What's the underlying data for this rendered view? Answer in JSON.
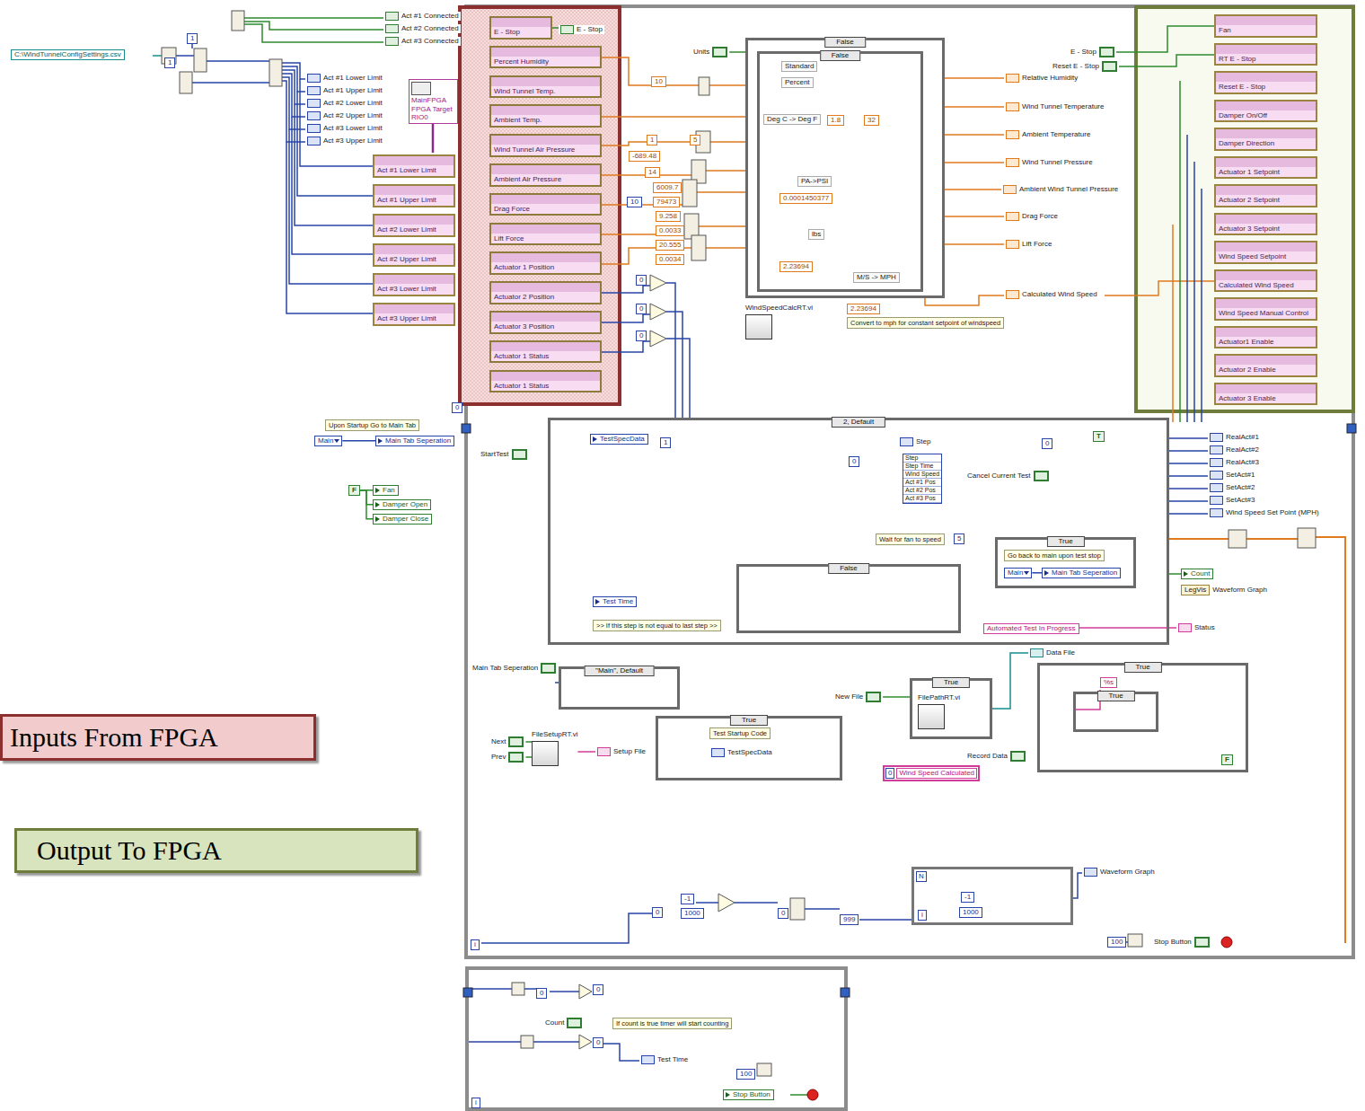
{
  "diagram": {
    "nodes": [
      {
        "text": [
          "C:\\WindTunnelConfigSettings.csv"
        ]
      },
      {
        "text": [
          "1"
        ]
      },
      {
        "text": [
          "1"
        ]
      },
      {
        "text": [
          "Act #1 Connected"
        ]
      },
      {
        "text": [
          "Act #2 Connected"
        ]
      },
      {
        "text": [
          "Act #3 Connected"
        ]
      },
      {
        "text": [
          "Act #1 Lower Limit"
        ]
      },
      {
        "text": [
          "Act #1 Upper Limit"
        ]
      },
      {
        "text": [
          "Act #2 Lower Limit"
        ]
      },
      {
        "text": [
          "Act #2 Upper Limit"
        ]
      },
      {
        "text": [
          "Act #3 Lower Limit"
        ]
      },
      {
        "text": [
          "Act #3 Upper Limit"
        ]
      },
      {
        "text": [
          "MainFPGA FPGA Target RIO0"
        ]
      },
      {
        "text": [
          "Act #1 Lower Limit"
        ]
      },
      {
        "text": [
          "Act #1 Upper Limit"
        ]
      },
      {
        "text": [
          "Act #2 Lower Limit"
        ]
      },
      {
        "text": [
          "Act #2 Upper Limit"
        ]
      },
      {
        "text": [
          "Act #3 Lower Limit"
        ]
      },
      {
        "text": [
          "Act #3 Upper Limit"
        ]
      },
      {
        "text": [
          "E - Stop"
        ]
      },
      {
        "text": [
          "Percent Humidity"
        ]
      },
      {
        "text": [
          "Wind Tunnel Temp."
        ]
      },
      {
        "text": [
          "Ambient Temp."
        ]
      },
      {
        "text": [
          "Wind Tunnel Air Pressure"
        ]
      },
      {
        "text": [
          "Ambient Air Pressure"
        ]
      },
      {
        "text": [
          "Drag Force"
        ]
      },
      {
        "text": [
          "Lift Force"
        ]
      },
      {
        "text": [
          "Actuator 1 Position"
        ]
      },
      {
        "text": [
          "Actuator 2 Position"
        ]
      },
      {
        "text": [
          "Actuator 3 Position"
        ]
      },
      {
        "text": [
          "Actuator 1 Status"
        ]
      },
      {
        "text": [
          "Actuator 1 Status"
        ]
      },
      {
        "text": [
          "E - Stop"
        ]
      },
      {
        "text": [
          "Units"
        ]
      },
      {
        "text": [
          "10"
        ]
      },
      {
        "text": [
          "1"
        ]
      },
      {
        "text": [
          "5"
        ]
      },
      {
        "text": [
          "-689.48"
        ]
      },
      {
        "text": [
          "14"
        ]
      },
      {
        "text": [
          "6009.7"
        ]
      },
      {
        "text": [
          "10"
        ]
      },
      {
        "text": [
          "79473"
        ]
      },
      {
        "text": [
          "9.258"
        ]
      },
      {
        "text": [
          "0.0033"
        ]
      },
      {
        "text": [
          "20.555"
        ]
      },
      {
        "text": [
          "0.0034"
        ]
      },
      {
        "text": [
          "False"
        ]
      },
      {
        "text": [
          "False"
        ],
        "in": 46
      },
      {
        "text": [
          "Standard"
        ],
        "in": 47
      },
      {
        "text": [
          "Percent"
        ],
        "in": 47
      },
      {
        "text": [
          "Deg C -> Deg F"
        ],
        "in": 47
      },
      {
        "text": [
          "1.8"
        ],
        "in": 47
      },
      {
        "text": [
          "32"
        ],
        "in": 47
      },
      {
        "text": [
          "PA->PSI"
        ],
        "in": 47
      },
      {
        "text": [
          "0.0001450377"
        ],
        "in": 47
      },
      {
        "text": [
          "lbs"
        ],
        "in": 47
      },
      {
        "text": [
          "2.23694"
        ],
        "in": 47
      },
      {
        "text": [
          "M/S -> MPH"
        ],
        "in": 47
      },
      {
        "text": [
          "Relative Humidity"
        ]
      },
      {
        "text": [
          "Wind Tunnel Temperature"
        ]
      },
      {
        "text": [
          "Ambient Temperature"
        ]
      },
      {
        "text": [
          "Wind Tunnel Pressure"
        ]
      },
      {
        "text": [
          "Ambient Wind Tunnel Pressure"
        ]
      },
      {
        "text": [
          "Drag Force"
        ]
      },
      {
        "text": [
          "Lift Force"
        ]
      },
      {
        "text": [
          "Calculated Wind Speed"
        ]
      },
      {
        "text": [
          "E - Stop"
        ]
      },
      {
        "text": [
          "Reset E - Stop"
        ]
      },
      {
        "text": [
          "WindSpeedCalcRT.vi"
        ]
      },
      {
        "text": [
          "2.23694"
        ]
      },
      {
        "text": [
          "Convert to mph for constant setpoint of windspeed"
        ]
      },
      {
        "text": [
          "Fan"
        ]
      },
      {
        "text": [
          "RT E - Stop"
        ]
      },
      {
        "text": [
          "Reset E - Stop"
        ]
      },
      {
        "text": [
          "Damper On/Off"
        ]
      },
      {
        "text": [
          "Damper Direction"
        ]
      },
      {
        "text": [
          "Actuator 1 Setpoint"
        ]
      },
      {
        "text": [
          "Actuator 2 Setpoint"
        ]
      },
      {
        "text": [
          "Actuator 3 Setpoint"
        ]
      },
      {
        "text": [
          "Wind Speed Setpoint"
        ]
      },
      {
        "text": [
          "Calculated Wind Speed"
        ]
      },
      {
        "text": [
          "Wind Speed Manual Control"
        ]
      },
      {
        "text": [
          "Actuator1 Enable"
        ]
      },
      {
        "text": [
          "Actuator 2 Enable"
        ]
      },
      {
        "text": [
          "Actuator 3 Enable"
        ]
      },
      {
        "text": [
          "Upon Startup Go to Main Tab"
        ]
      },
      {
        "text": [
          "Main"
        ]
      },
      {
        "text": [
          "Main Tab Seperation"
        ]
      },
      {
        "text": [
          "F"
        ]
      },
      {
        "text": [
          "Fan"
        ]
      },
      {
        "text": [
          "Damper Open"
        ]
      },
      {
        "text": [
          "Damper Close"
        ]
      },
      {
        "text": [
          "0"
        ]
      },
      {
        "text": [
          "StartTest"
        ]
      },
      {
        "text": [
          "2, Default"
        ]
      },
      {
        "text": [
          "TestSpecData"
        ],
        "in": 94
      },
      {
        "text": [
          "1"
        ],
        "in": 94
      },
      {
        "text": [
          "Step"
        ],
        "in": 94
      },
      {
        "text": [
          "0"
        ],
        "in": 94
      },
      {
        "text": [
          "Step",
          "Step Time",
          "Wind Speed",
          "Act #1 Pos",
          "Act #2 Pos",
          "Act #3 Pos"
        ],
        "in": 94
      },
      {
        "text": [
          "Cancel Current Test"
        ],
        "in": 94
      },
      {
        "text": [
          "0"
        ],
        "in": 94
      },
      {
        "text": [
          "T"
        ],
        "in": 94
      },
      {
        "text": [
          "Wait for fan to speed"
        ],
        "in": 94
      },
      {
        "text": [
          "5"
        ],
        "in": 94
      },
      {
        "text": [
          "Test Time"
        ],
        "in": 94
      },
      {
        "text": [
          "False"
        ],
        "in": 94
      },
      {
        "text": [
          "True"
        ],
        "in": 94
      },
      {
        "text": [
          "Go back to main upon test stop"
        ],
        "in": 107
      },
      {
        "text": [
          "Main"
        ],
        "in": 107
      },
      {
        "text": [
          "Main Tab Seperation"
        ],
        "in": 107
      },
      {
        "text": [
          ">> If this step is not equal to last step >>"
        ],
        "in": 94
      },
      {
        "text": [
          "Automated Test In Progress"
        ],
        "in": 94
      },
      {
        "text": [
          "Status"
        ]
      },
      {
        "text": [
          "RealAct#1"
        ]
      },
      {
        "text": [
          "RealAct#2"
        ]
      },
      {
        "text": [
          "RealAct#3"
        ]
      },
      {
        "text": [
          "SetAct#1"
        ]
      },
      {
        "text": [
          "SetAct#2"
        ]
      },
      {
        "text": [
          "SetAct#3"
        ]
      },
      {
        "text": [
          "Wind Speed Set Point (MPH)"
        ]
      },
      {
        "text": [
          "Count"
        ]
      },
      {
        "text": [
          "LegVis",
          "Waveform Graph"
        ]
      },
      {
        "text": [
          "Main Tab Seperation"
        ]
      },
      {
        "text": [
          "\"Main\", Default"
        ]
      },
      {
        "text": [
          "True"
        ]
      },
      {
        "text": [
          "Test Startup Code"
        ],
        "in": 125
      },
      {
        "text": [
          "TestSpecData"
        ],
        "in": 125
      },
      {
        "text": [
          "Next"
        ]
      },
      {
        "text": [
          "Prev"
        ]
      },
      {
        "text": [
          "FileSetupRT.vi"
        ]
      },
      {
        "text": [
          "Setup File"
        ]
      },
      {
        "text": [
          "New File"
        ]
      },
      {
        "text": [
          "True"
        ]
      },
      {
        "text": [
          "FilePathRT.vi"
        ],
        "in": 133
      },
      {
        "text": [
          "Data File"
        ]
      },
      {
        "text": [
          "True"
        ]
      },
      {
        "text": [
          "%s"
        ],
        "in": 136
      },
      {
        "text": [
          "True"
        ],
        "in": 136
      },
      {
        "text": [
          "Record Data"
        ]
      },
      {
        "text": [
          "0",
          "Wind Speed Calculated"
        ]
      },
      {
        "text": [
          "F"
        ],
        "in": 136
      },
      {
        "text": [
          "0"
        ]
      },
      {
        "text": [
          "-1"
        ]
      },
      {
        "text": [
          "1000"
        ]
      },
      {
        "text": [
          "0"
        ]
      },
      {
        "text": [
          "999"
        ]
      },
      {
        "text": [
          "N"
        ]
      },
      {
        "text": [
          "-1"
        ],
        "in": 147
      },
      {
        "text": [
          "1000"
        ],
        "in": 147
      },
      {
        "text": [
          "i"
        ],
        "in": 147
      },
      {
        "text": [
          "Waveform Graph"
        ]
      },
      {
        "text": [
          "100"
        ]
      },
      {
        "text": [
          "Stop Button"
        ]
      },
      {
        "text": [
          "i"
        ]
      },
      {
        "text": [
          "0"
        ]
      },
      {
        "text": [
          "0"
        ]
      },
      {
        "text": [
          "0"
        ]
      },
      {
        "text": [
          "Count"
        ]
      },
      {
        "text": [
          "If count is true timer will start counting"
        ]
      },
      {
        "text": [
          "Test Time"
        ]
      },
      {
        "text": [
          "100"
        ]
      },
      {
        "text": [
          "Stop Button"
        ]
      },
      {
        "text": [
          "i"
        ]
      },
      {
        "text": [
          "0"
        ]
      },
      {
        "text": [
          "0"
        ]
      },
      {
        "text": [
          "0"
        ]
      }
    ],
    "edges": [
      {
        "from": 46,
        "to": 58,
        "arrow": "none"
      },
      {
        "from": 46,
        "to": 59,
        "arrow": "none"
      },
      {
        "from": 46,
        "to": 60,
        "arrow": "none"
      },
      {
        "from": 46,
        "to": 61,
        "arrow": "none"
      },
      {
        "from": 46,
        "to": 62,
        "arrow": "none"
      },
      {
        "from": 46,
        "to": 63,
        "arrow": "none"
      },
      {
        "from": 46,
        "to": 64,
        "arrow": "none"
      },
      {
        "from": 86,
        "to": 87,
        "arrow": "none"
      },
      {
        "from": 88,
        "to": 89,
        "arrow": "none"
      },
      {
        "from": 88,
        "to": 90,
        "arrow": "none"
      },
      {
        "from": 88,
        "to": 91,
        "arrow": "none"
      },
      {
        "from": 109,
        "to": 110,
        "arrow": "none"
      },
      {
        "from": 128,
        "to": 130,
        "arrow": "none"
      },
      {
        "from": 129,
        "to": 130,
        "arrow": "none"
      },
      {
        "from": 130,
        "to": 131,
        "arrow": "none"
      },
      {
        "from": 112,
        "to": 113,
        "arrow": "none"
      },
      {
        "from": 33,
        "to": 46,
        "arrow": "none"
      },
      {
        "from": 132,
        "to": 133,
        "arrow": "none"
      },
      {
        "from": 133,
        "to": 135,
        "arrow": "none"
      }
    ],
    "legend": [
      {
        "text": "Inputs From FPGA",
        "color": "#f2cccc"
      },
      {
        "text": "Output To FPGA",
        "color": "#d7e4bd"
      }
    ]
  }
}
